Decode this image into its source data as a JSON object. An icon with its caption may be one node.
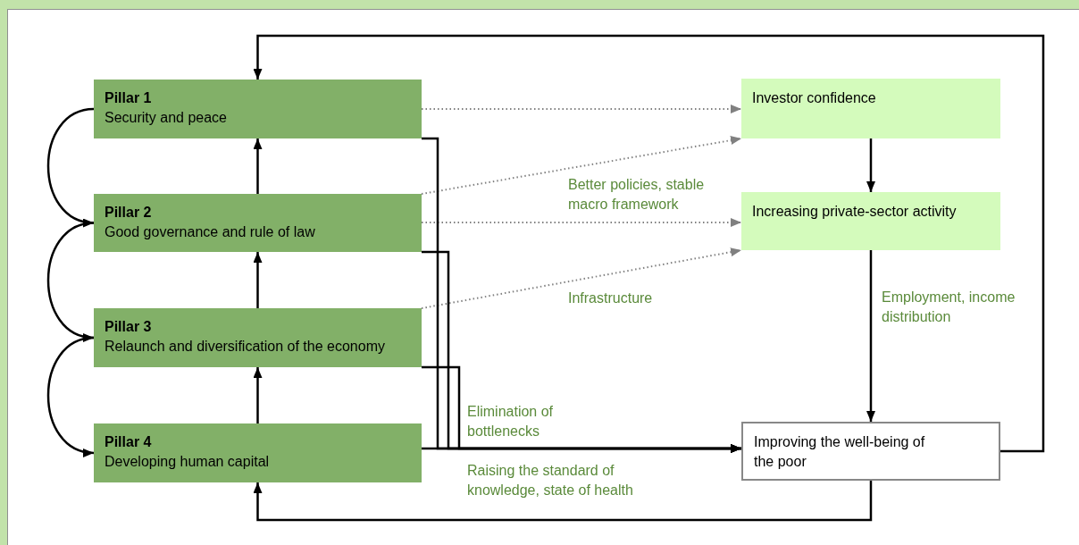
{
  "diagram": {
    "nodes": [
      {
        "text": [
          "Pillar 1",
          "Security and peace"
        ]
      },
      {
        "text": [
          "Pillar 2",
          "Good governance and rule of law"
        ]
      },
      {
        "text": [
          "Pillar 3",
          "Relaunch and diversification of the economy"
        ]
      },
      {
        "text": [
          "Pillar 4",
          "Developing human capital"
        ]
      },
      {
        "text": [
          "Investor confidence"
        ]
      },
      {
        "text": [
          "Increasing private-sector activity"
        ]
      },
      {
        "text": [
          "Improving the well-being of the poor"
        ]
      }
    ],
    "edges": [
      {
        "from": 1,
        "to": 0,
        "arrow": "to"
      },
      {
        "from": 2,
        "to": 1,
        "arrow": "to"
      },
      {
        "from": 3,
        "to": 2,
        "arrow": "to"
      },
      {
        "from": 0,
        "to": 1,
        "arrow": "to"
      },
      {
        "from": 1,
        "to": 2,
        "arrow": "to"
      },
      {
        "from": 2,
        "to": 3,
        "arrow": "to"
      },
      {
        "from": 0,
        "to": 4,
        "arrow": "to",
        "style": "dashed",
        "color": "#808080"
      },
      {
        "from": 1,
        "to": 4,
        "arrow": "to",
        "style": "dashed",
        "color": "#808080",
        "label": "Better policies, stable macro framework"
      },
      {
        "from": 1,
        "to": 5,
        "arrow": "to",
        "style": "dashed",
        "color": "#808080"
      },
      {
        "from": 2,
        "to": 5,
        "arrow": "to",
        "style": "dashed",
        "color": "#808080",
        "label": "Infrastructure"
      },
      {
        "from": 4,
        "to": 5,
        "arrow": "to"
      },
      {
        "from": 5,
        "to": 6,
        "arrow": "to",
        "label": "Employment, income distribution"
      },
      {
        "from": 0,
        "to": 6,
        "arrow": "to"
      },
      {
        "from": 1,
        "to": 6,
        "arrow": "to"
      },
      {
        "from": 2,
        "to": 6,
        "arrow": "to",
        "label": "Elimination of bottlenecks"
      },
      {
        "from": 3,
        "to": 6,
        "arrow": "to",
        "label": "Raising the standard of knowledge, state of health"
      },
      {
        "from": 6,
        "to": 0,
        "arrow": "to"
      },
      {
        "from": 6,
        "to": 3,
        "arrow": "to"
      }
    ]
  }
}
